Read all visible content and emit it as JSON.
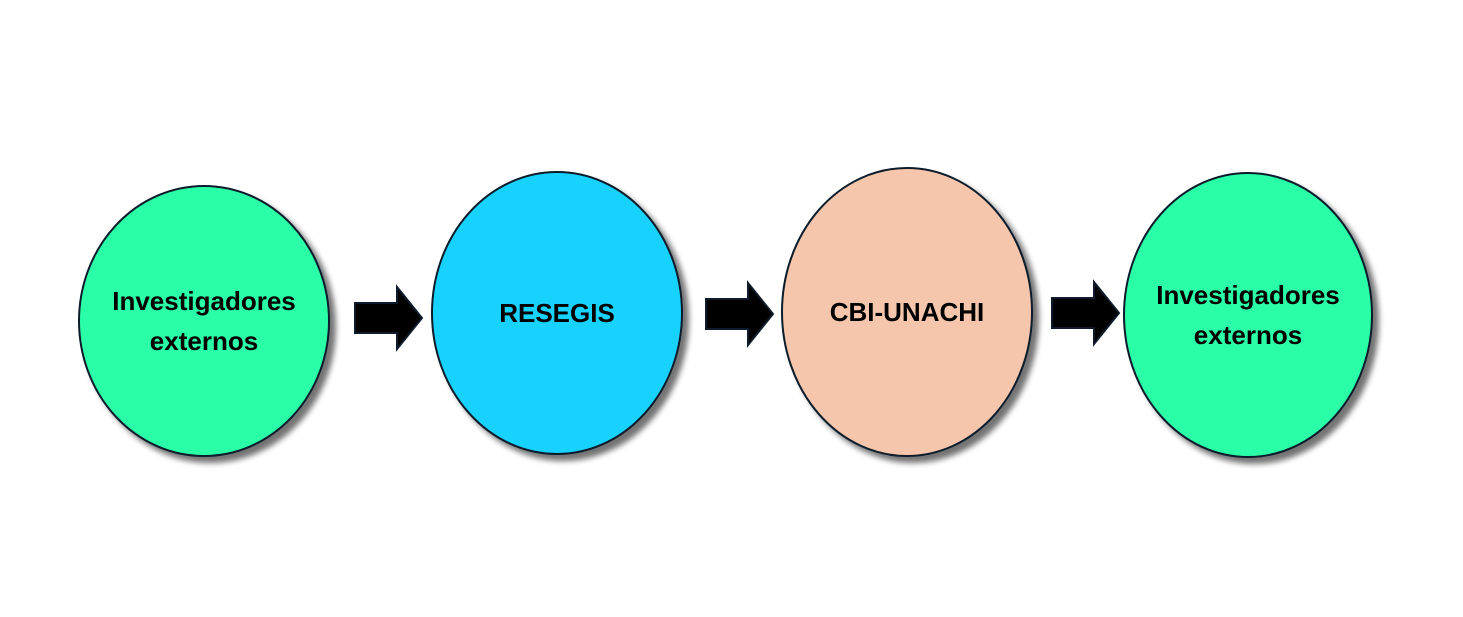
{
  "diagram": {
    "type": "flow",
    "direction": "left-to-right",
    "nodes": [
      {
        "id": "n1",
        "lines": [
          "Investigadores",
          "externos"
        ],
        "color": "#2affa7"
      },
      {
        "id": "n2",
        "lines": [
          "RESEGIS"
        ],
        "color": "#16d2fd"
      },
      {
        "id": "n3",
        "lines": [
          "CBI-UNACHI"
        ],
        "color": "#f5c6ab"
      },
      {
        "id": "n4",
        "lines": [
          "Investigadores",
          "externos"
        ],
        "color": "#2affa7"
      }
    ],
    "edges": [
      {
        "from": "n1",
        "to": "n2"
      },
      {
        "from": "n2",
        "to": "n3"
      },
      {
        "from": "n3",
        "to": "n4"
      }
    ],
    "outline_color": "#0f1b2a",
    "arrow_color": "#000000"
  }
}
